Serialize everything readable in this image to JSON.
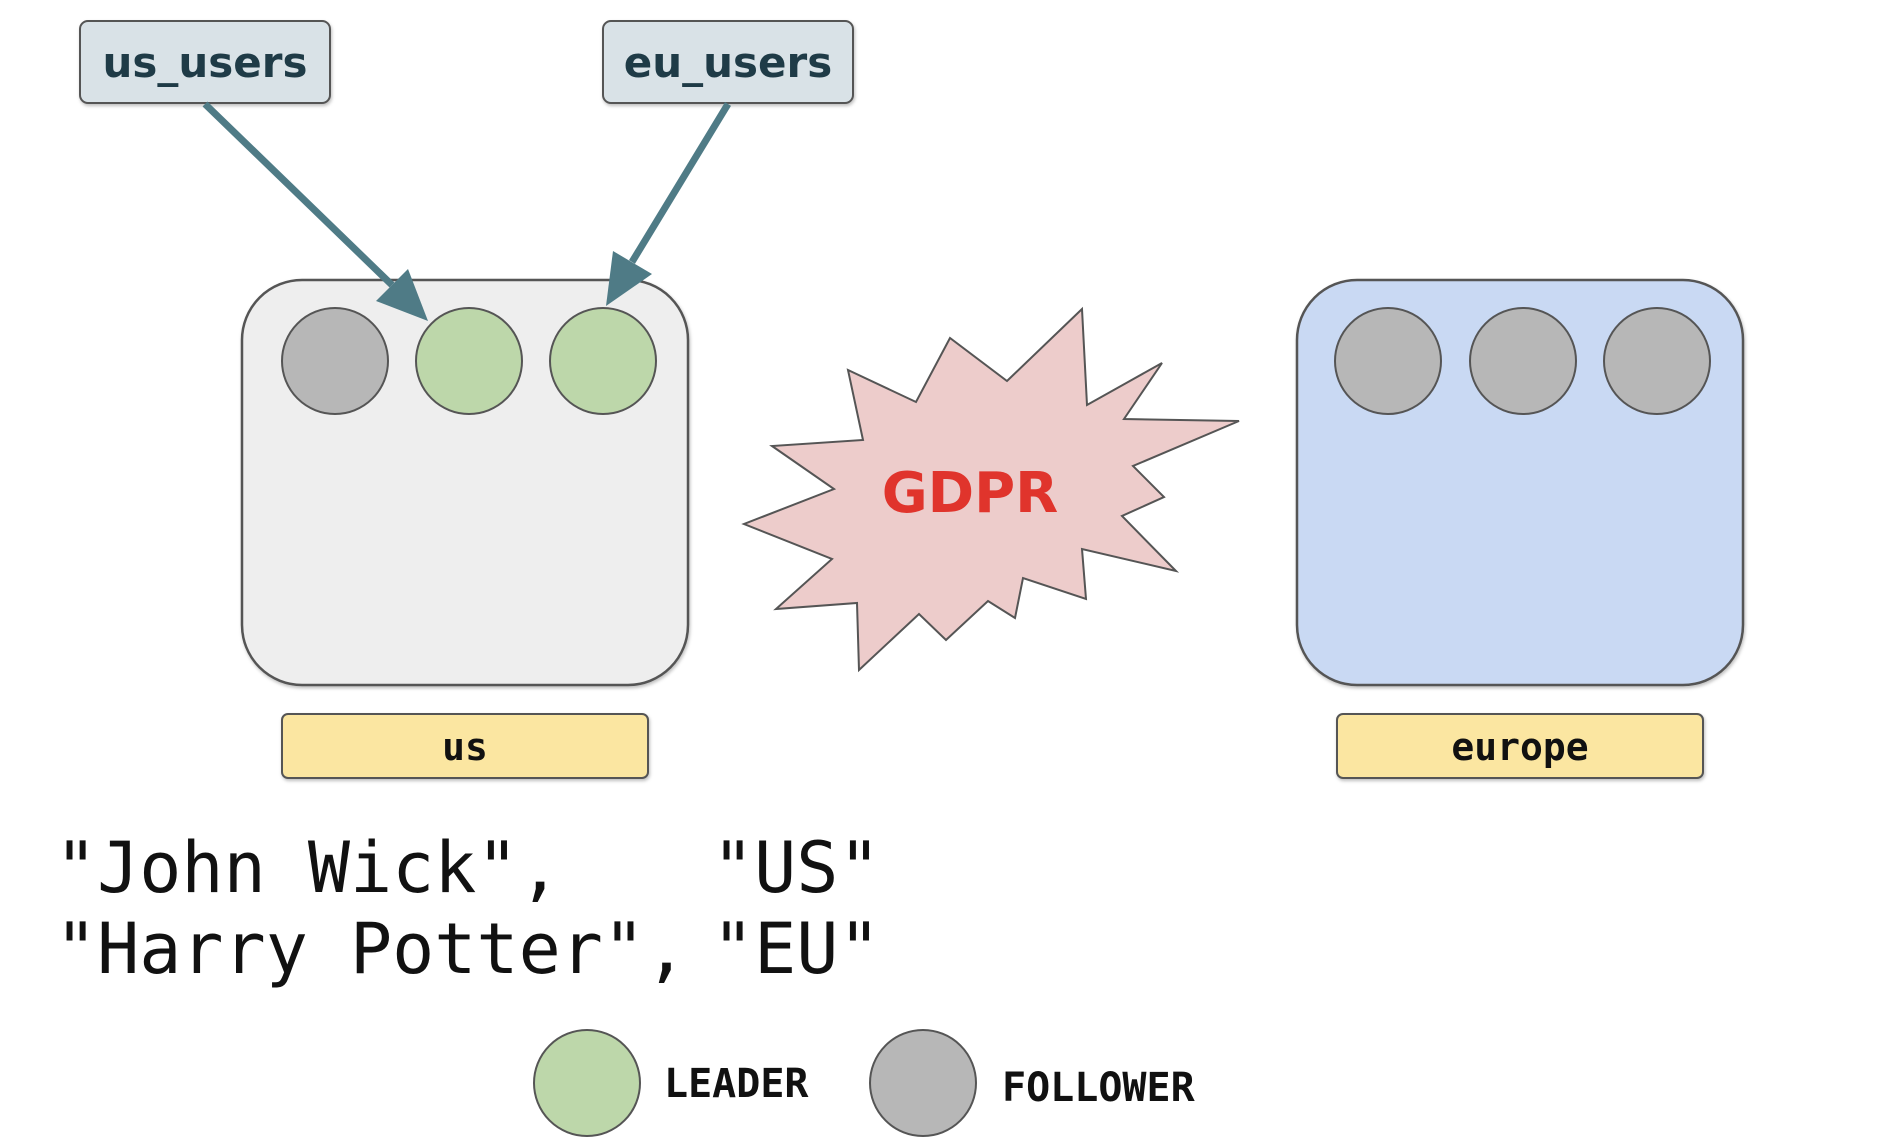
{
  "tables": [
    {
      "id": "us_users",
      "label": "us_users"
    },
    {
      "id": "eu_users",
      "label": "eu_users"
    }
  ],
  "regions": [
    {
      "id": "us",
      "label": "us",
      "fill": "#eeeeee",
      "nodes": [
        "follower",
        "leader",
        "leader"
      ]
    },
    {
      "id": "europe",
      "label": "europe",
      "fill": "#c9d9f3",
      "nodes": [
        "follower",
        "follower",
        "follower"
      ]
    }
  ],
  "burst": {
    "label": "GDPR",
    "fill": "#edcccb",
    "text_color": "#e0342c"
  },
  "rows": [
    {
      "name": "\"John Wick\",",
      "region": "\"US\""
    },
    {
      "name": "\"Harry Potter\",",
      "region": "\"EU\""
    }
  ],
  "legend": [
    {
      "role": "leader",
      "label": "LEADER"
    },
    {
      "role": "follower",
      "label": "FOLLOWER"
    }
  ],
  "colors": {
    "leader": "#bdd7aa",
    "follower": "#b7b7b7",
    "table_fill": "#d9e2e7",
    "table_text": "#1f3b47",
    "arrow": "#4f7b86",
    "region_label_fill": "#fbe6a1",
    "outline": "#555555"
  }
}
